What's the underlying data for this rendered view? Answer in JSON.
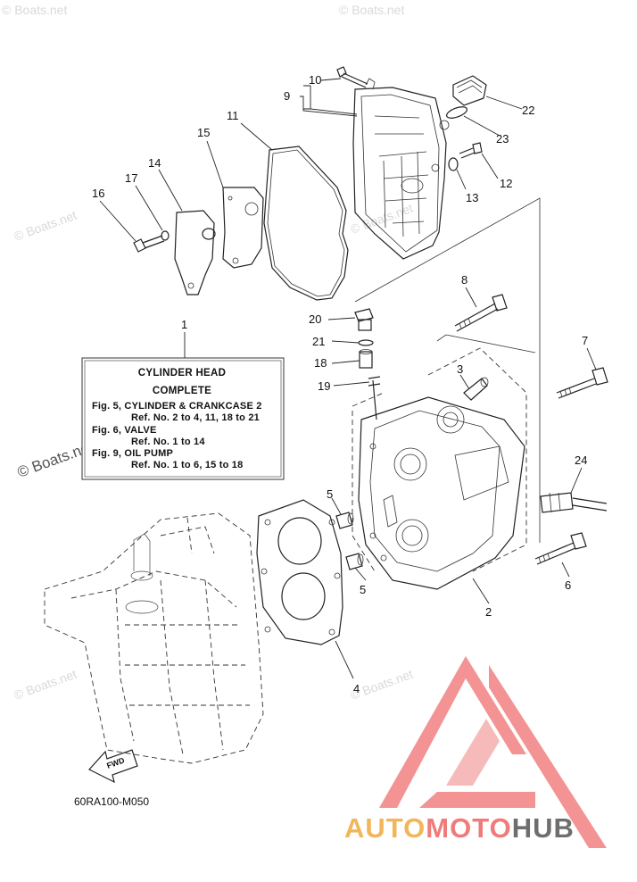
{
  "watermark": {
    "small_text": "© Boats.net",
    "side_text": "© Boats.net"
  },
  "info_box": {
    "title": "CYLINDER HEAD",
    "subtitle": "COMPLETE",
    "lines": [
      "Fig. 5, CYLINDER & CRANKCASE 2",
      "Ref. No. 2 to 4, 11, 18 to 21",
      "Fig. 6, VALVE",
      "Ref. No. 1 to 14",
      "Fig. 9, OIL PUMP",
      "Ref. No. 1 to 6, 15 to 18"
    ]
  },
  "callouts": [
    "1",
    "2",
    "3",
    "4",
    "5",
    "5",
    "6",
    "7",
    "8",
    "9",
    "10",
    "11",
    "12",
    "13",
    "14",
    "15",
    "16",
    "17",
    "18",
    "19",
    "20",
    "21",
    "22",
    "23",
    "24"
  ],
  "fwd_label": "FWD",
  "diagram_code": "60RA100-M050",
  "brand": {
    "part1": "AUTO",
    "part2": "MOTO",
    "part3": "HUB",
    "color1": "#f2b65a",
    "color2": "#ef7b7b",
    "color3": "#6e6e6e"
  }
}
